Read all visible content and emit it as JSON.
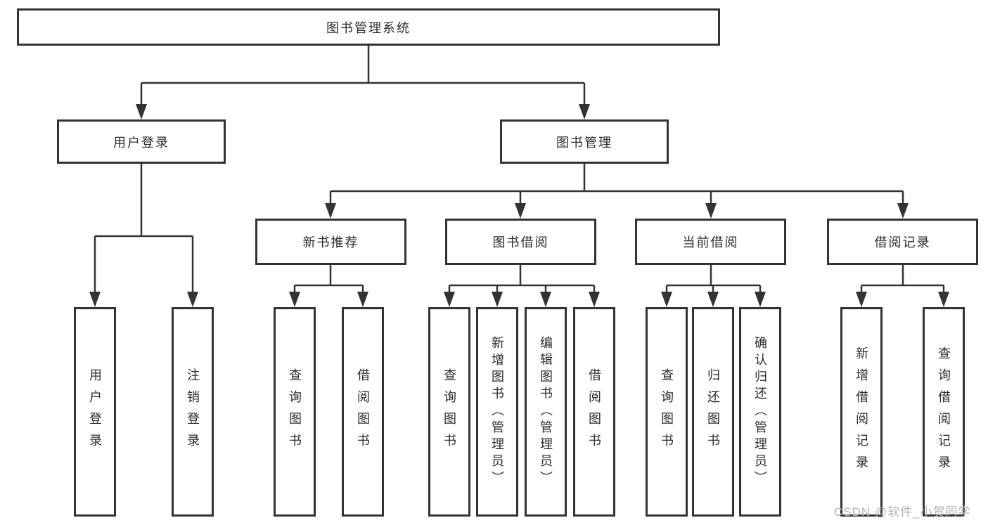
{
  "diagram": {
    "title": "图书管理系统",
    "root": {
      "label": "图书管理系统"
    },
    "branches": [
      {
        "label": "用户登录",
        "children": [
          {
            "label": "用户登录"
          },
          {
            "label": "注销登录"
          }
        ]
      },
      {
        "label": "图书管理",
        "children": [
          {
            "label": "新书推荐",
            "children": [
              {
                "label": "查询图书"
              },
              {
                "label": "借阅图书"
              }
            ]
          },
          {
            "label": "图书借阅",
            "children": [
              {
                "label": "查询图书"
              },
              {
                "label": "新增图书（管理员）"
              },
              {
                "label": "编辑图书（管理员）"
              },
              {
                "label": "借阅图书"
              }
            ]
          },
          {
            "label": "当前借阅",
            "children": [
              {
                "label": "查询图书"
              },
              {
                "label": "归还图书"
              },
              {
                "label": "确认归还（管理员）"
              }
            ]
          },
          {
            "label": "借阅记录",
            "children": [
              {
                "label": "新增借阅记录"
              },
              {
                "label": "查询借阅记录"
              }
            ]
          }
        ]
      }
    ]
  },
  "watermark": {
    "text": "CSDN @软件_小贺同学"
  },
  "colors": {
    "line": "#333333",
    "box_border": "#333333",
    "text": "#2b2b2b",
    "watermark": "#b4b4b4",
    "background": "#ffffff"
  }
}
